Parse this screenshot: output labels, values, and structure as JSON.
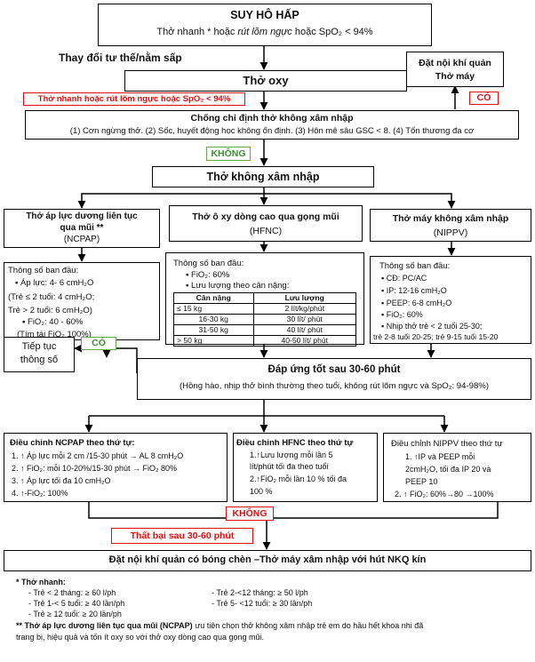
{
  "title_box": {
    "title": "SUY HÔ HẤP",
    "subtitle_pre": "Thở nhanh * hoặc ",
    "subtitle_italic": "rút lõm ngực",
    "subtitle_post": " hoặc SpO₂ < 94%"
  },
  "position_change": "Thay đổi tư thế/nằm sấp",
  "oxygen": "Thở oxy",
  "intubation_box": {
    "line1": "Đặt nội khí quản",
    "line2": "Thở máy"
  },
  "co_top": "CÓ",
  "warning_red": "Thở nhanh hoặc rút lõm ngực hoặc SpO₂ < 94%",
  "contraindication": {
    "title": "Chống chỉ định thở không xâm nhập",
    "items": "(1)  Cơn ngừng thở. (2) Sốc, huyết động học không ổn định. (3) Hôn mê sâu GSC < 8. (4) Tổn thương đa cơ"
  },
  "khong_top": "KHÔNG",
  "noninvasive": "Thở không xâm nhập",
  "ncpap": {
    "title_line1": "Thở áp lực dương liên tục",
    "title_line2": "qua mũi **",
    "abbr": "(NCPAP)",
    "params_title": "Thông số ban đầu:",
    "p1": "Áp lực: 4- 6 cmH₂O",
    "p2": "(Trẻ ≤ 2 tuổi: 4 cmH₂O;",
    "p3": "Trẻ > 2 tuổi: 6 cmH₂O)",
    "p4": "FiO₂: 40 - 60%",
    "p5": "(Tím tái FiO₂ 100%)"
  },
  "hfnc": {
    "title": "Thở ô xy dòng cao qua gọng mũi",
    "abbr": "(HFNC)",
    "params_title": "Thông số ban đầu:",
    "p1": "FiO₂: 60%",
    "p2": "Lưu lượng theo cân nặng:",
    "table_headers": [
      "Cân nặng",
      "Lưu lượng"
    ],
    "table_rows": [
      [
        "≤ 15 kg",
        "2 lít/kg/phút"
      ],
      [
        "16-30 kg",
        "30 lít/ phút"
      ],
      [
        "31-50 kg",
        "40 lít/ phút"
      ],
      [
        "> 50 kg",
        "40-50 lít/ phút"
      ]
    ]
  },
  "nippv": {
    "title": "Thở máy không xâm nhập",
    "abbr": "(NIPPV)",
    "params_title": "Thông số ban đầu:",
    "p1": "CĐ: PC/AC",
    "p2": "IP: 12-16 cmH₂O",
    "p3": "PEEP: 6-8 cmH₂O",
    "p4": "FiO₂: 60%",
    "p5": "Nhịp thở trẻ < 2 tuổi 25-30;",
    "p6": "trẻ 2-8 tuổi 20-25; trẻ 9-15 tuổi 15-20"
  },
  "continue_box": {
    "line1": "Tiếp tục",
    "line2": "thông số"
  },
  "co_mid": "CÓ",
  "response": {
    "title": "Đáp ứng tốt sau 30-60 phút",
    "detail": "(Hồng hào, nhịp thở bình thường theo tuổi, không rút lõm ngực và SpO₂: 94-98%)"
  },
  "adj_ncpap": {
    "title": "Điều chỉnh NCPAP theo thứ tự:",
    "l1": "1.  ↑ Áp lực mỗi 2 cm /15-30 phút → AL 8 cmH₂O",
    "l2": "2.  ↑ FiO₂: mỗi 10-20%/15-30 phút → FiO₂ 80%",
    "l3": "3.  ↑ Áp lực tối đa 10 cmH₂O",
    "l4": "4.  ↑-FiO₂: 100%"
  },
  "adj_hfnc": {
    "title": "Điều chỉnh HFNC theo thứ tự",
    "l1": "1.↑Lưu lượng mỗi lần 5",
    "l2": "lít/phút tối đa theo tuổi",
    "l3": "2.↑FiO₂ mỗi lần 10 % tối đa",
    "l4": "100 %"
  },
  "adj_nippv": {
    "title": "Điều chỉnh NIPPV theo thứ tự",
    "l1": "1. ↑IP và PEEP mỗi",
    "l2": "2cmH₂O, tối đa IP 20 và",
    "l3": "PEEP 10",
    "l4": "2. ↑ FiO₂: 60%→80 →100%"
  },
  "khong_bottom": "KHÔNG",
  "failure": "Thất bại sau 30-60 phút",
  "final": "Đặt nội khí quản có bóng chèn –Thở máy xâm nhập với hút NKQ kín",
  "notes": {
    "n1_title": "* Thở nhanh:",
    "r1a": "- Trẻ < 2 tháng: ≥ 60 l/ph",
    "r1b": "- Trẻ 2-<12 tháng: ≥ 50 l/ph",
    "r2a": "- Trẻ 1-< 5 tuổi: ≥ 40 lần/ph",
    "r2b": "- Trẻ 5- <12 tuổi: ≥ 30 lần/ph",
    "r3a": "- Trẻ ≥ 12 tuổi: ≥ 20 lần/ph",
    "n2_bold": "** Thở áp lực dương liên tục qua mũi (NCPAP)",
    "n2_rest": " ưu tiên chọn thở không xâm nhập trẻ em do hầu hết khoa nhi đã",
    "n2_line2": "trang bị, hiệu quả và tốn ít oxy so với thở oxy dòng cao qua gọng mũi."
  }
}
